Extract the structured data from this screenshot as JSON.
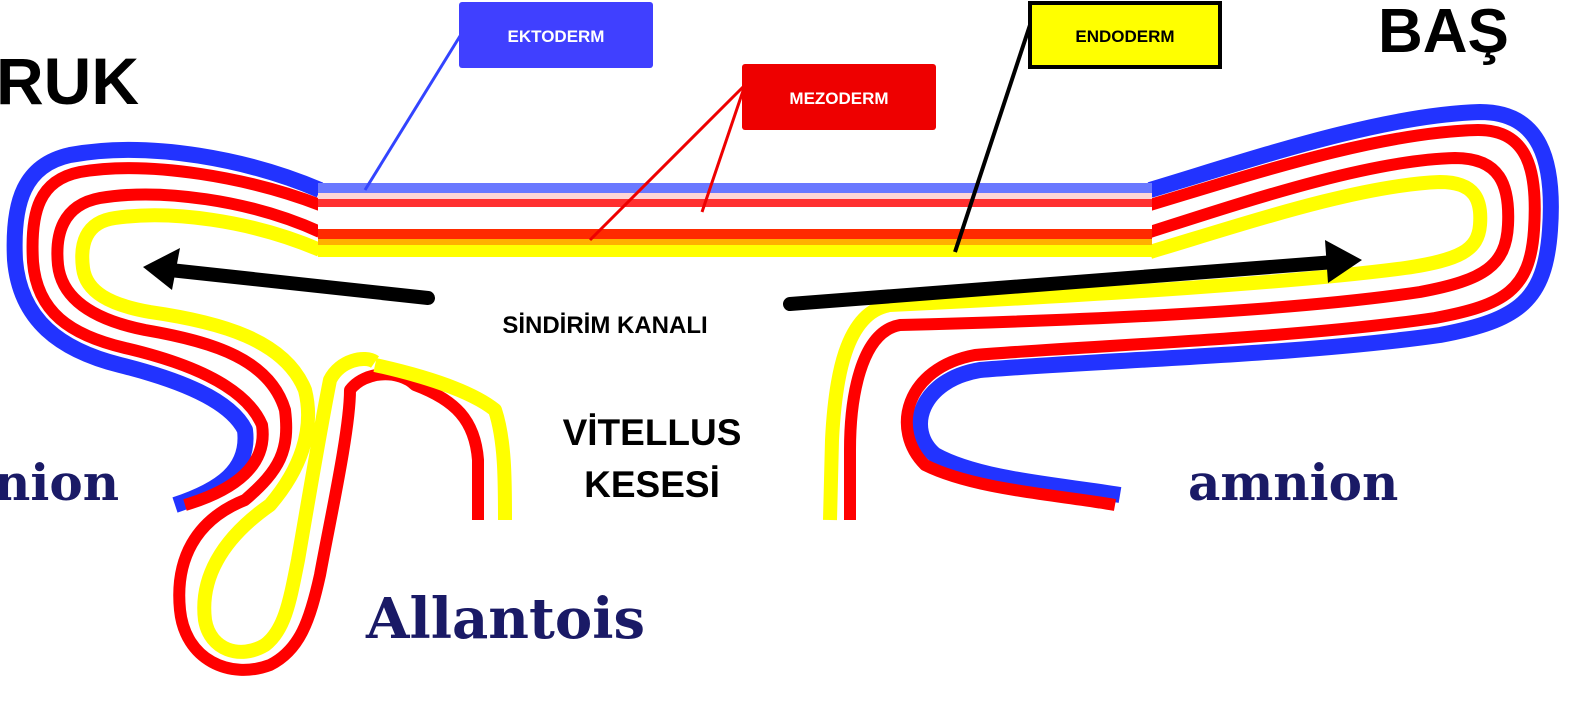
{
  "labels": {
    "tail": "RUK",
    "head": "BAŞ",
    "ectoderm": "EKTODERM",
    "mesoderm": "MEZODERM",
    "endoderm": "ENDODERM",
    "gut": "SİNDİRİM KANALI",
    "yolk_sac_line1": "VİTELLUS",
    "yolk_sac_line2": "KESESİ",
    "amnion_left": "nion",
    "amnion_right": "amnion",
    "allantois": "Allantois"
  },
  "colors": {
    "ectoderm": "#2233ff",
    "mesoderm": "#ff0000",
    "endoderm": "#ffff00",
    "ectoderm_box": "#4040ff",
    "mesoderm_box": "#ee0000",
    "endoderm_box": "#ffff00",
    "arrow": "#000000",
    "serif_text": "#1a1a66"
  }
}
